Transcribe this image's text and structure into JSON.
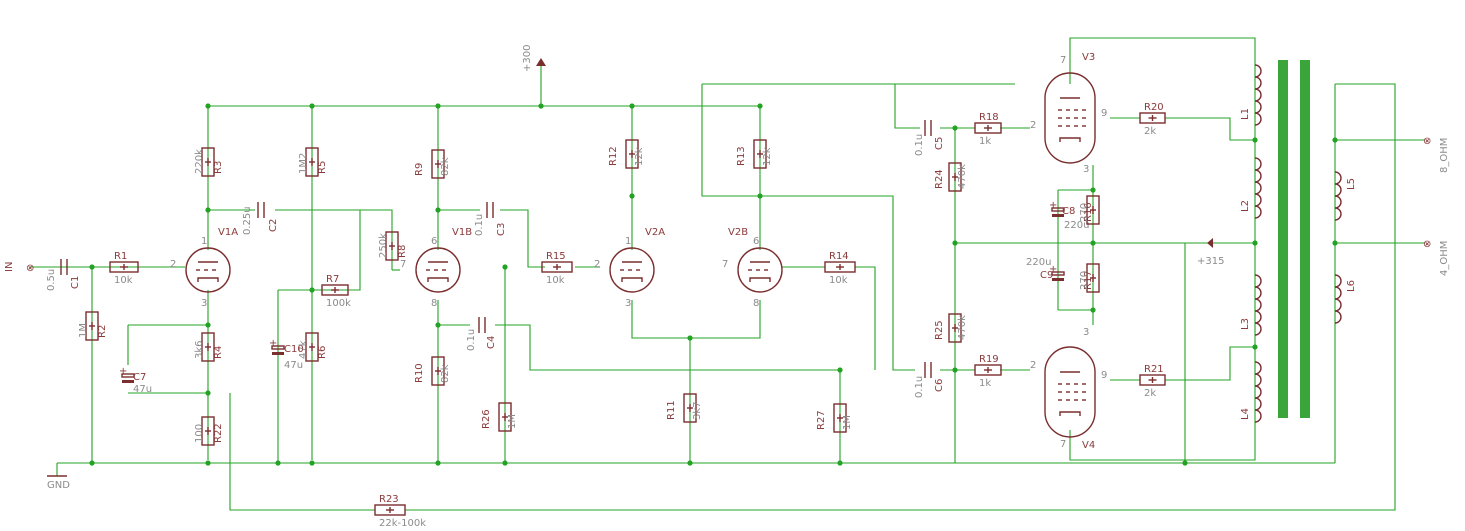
{
  "nets": {
    "in": "IN",
    "gnd": "GND",
    "b300": "+300",
    "b315": "+315",
    "out8": "8_OHM",
    "out4": "4_OHM"
  },
  "components": {
    "C1": {
      "name": "C1",
      "value": "0.5u"
    },
    "R1": {
      "name": "R1",
      "value": "10k"
    },
    "R2": {
      "name": "R2",
      "value": "1M"
    },
    "R3": {
      "name": "R3",
      "value": "220k"
    },
    "C2": {
      "name": "C2",
      "value": "0.25u"
    },
    "V1A": {
      "name": "V1A"
    },
    "R4": {
      "name": "R4",
      "value": "3k6"
    },
    "C7": {
      "name": "C7",
      "value": "47u"
    },
    "R22": {
      "name": "R22",
      "value": "100"
    },
    "R5": {
      "name": "R5",
      "value": "1M2"
    },
    "R7": {
      "name": "R7",
      "value": "100k"
    },
    "C10": {
      "name": "C10",
      "value": "47u"
    },
    "R6": {
      "name": "R6",
      "value": "47k"
    },
    "R8": {
      "name": "R8",
      "value": "250k"
    },
    "R9": {
      "name": "R9",
      "value": "82k"
    },
    "V1B": {
      "name": "V1B"
    },
    "C3": {
      "name": "C3",
      "value": "0.1u"
    },
    "C4": {
      "name": "C4",
      "value": "0.1u"
    },
    "R10": {
      "name": "R10",
      "value": "82k"
    },
    "R26": {
      "name": "R26",
      "value": "1M"
    },
    "R15": {
      "name": "R15",
      "value": "10k"
    },
    "R12": {
      "name": "R12",
      "value": "12k"
    },
    "V2A": {
      "name": "V2A"
    },
    "R13": {
      "name": "R13",
      "value": "12k"
    },
    "V2B": {
      "name": "V2B"
    },
    "R14": {
      "name": "R14",
      "value": "10k"
    },
    "R11": {
      "name": "R11",
      "value": "3k7"
    },
    "R27": {
      "name": "R27",
      "value": "1M"
    },
    "C5": {
      "name": "C5",
      "value": "0.1u"
    },
    "C6": {
      "name": "C6",
      "value": "0.1u"
    },
    "R18": {
      "name": "R18",
      "value": "1k"
    },
    "R19": {
      "name": "R19",
      "value": "1k"
    },
    "R24": {
      "name": "R24",
      "value": "470k"
    },
    "R25": {
      "name": "R25",
      "value": "470k"
    },
    "V3": {
      "name": "V3"
    },
    "V4": {
      "name": "V4"
    },
    "R20": {
      "name": "R20",
      "value": "2k"
    },
    "R21": {
      "name": "R21",
      "value": "2k"
    },
    "C8": {
      "name": "C8",
      "value": "220u"
    },
    "C9": {
      "name": "C9",
      "value": "220u"
    },
    "R16": {
      "name": "R16",
      "value": "270"
    },
    "R17": {
      "name": "R17",
      "value": "270"
    },
    "R23": {
      "name": "R23",
      "value": "22k-100k"
    },
    "L1": {
      "name": "L1"
    },
    "L2": {
      "name": "L2"
    },
    "L3": {
      "name": "L3"
    },
    "L4": {
      "name": "L4"
    },
    "L5": {
      "name": "L5"
    },
    "L6": {
      "name": "L6"
    }
  },
  "pins": {
    "p1": "1",
    "p2": "2",
    "p3": "3",
    "p6": "6",
    "p7": "7",
    "p8": "8",
    "p9": "9"
  }
}
